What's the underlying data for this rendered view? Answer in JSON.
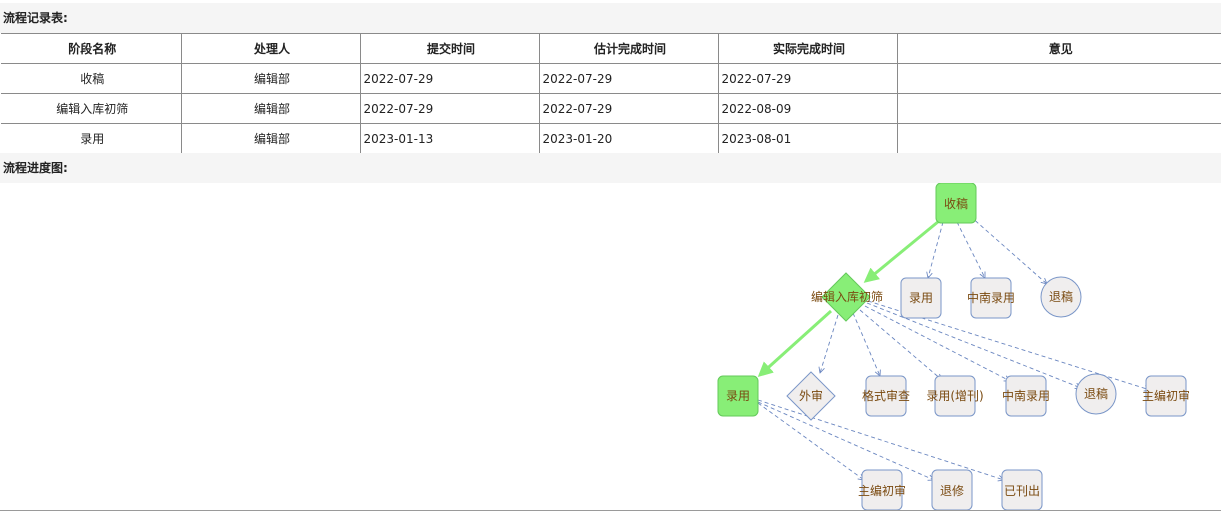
{
  "record_section": {
    "title": "流程记录表:"
  },
  "table": {
    "headers": [
      "阶段名称",
      "处理人",
      "提交时间",
      "估计完成时间",
      "实际完成时间",
      "意见"
    ],
    "rows": [
      [
        "收稿",
        "编辑部",
        "2022-07-29",
        "2022-07-29",
        "2022-07-29",
        ""
      ],
      [
        "编辑入库初筛",
        "编辑部",
        "2022-07-29",
        "2022-07-29",
        "2022-08-09",
        ""
      ],
      [
        "录用",
        "编辑部",
        "2023-01-13",
        "2023-01-20",
        "2023-08-01",
        ""
      ]
    ]
  },
  "diagram_section": {
    "title": "流程进度图:"
  },
  "flow": {
    "nodes": {
      "shougao": "收稿",
      "chushai": "编辑入库初筛",
      "luyong_main": "录用",
      "luyong_a": "录用",
      "zhongnan_a": "中南录用",
      "tuigao_a": "退稿",
      "waishen": "外审",
      "geshi": "格式审查",
      "luyong_zengkan": "录用(增刊)",
      "zhongnan_b": "中南录用",
      "tuigao_b": "退稿",
      "zhubian_a": "主编初审",
      "zhubian_b": "主编初审",
      "tuixiu": "退修",
      "yikanchu": "已刊出"
    },
    "colors": {
      "completed_fill": "#88ee77",
      "completed_stroke": "#63c95a",
      "pending_fill": "#f0eeee",
      "pending_stroke": "#7a96c8",
      "completed_edge": "#88ee77",
      "pending_edge": "#6a86c0"
    }
  }
}
